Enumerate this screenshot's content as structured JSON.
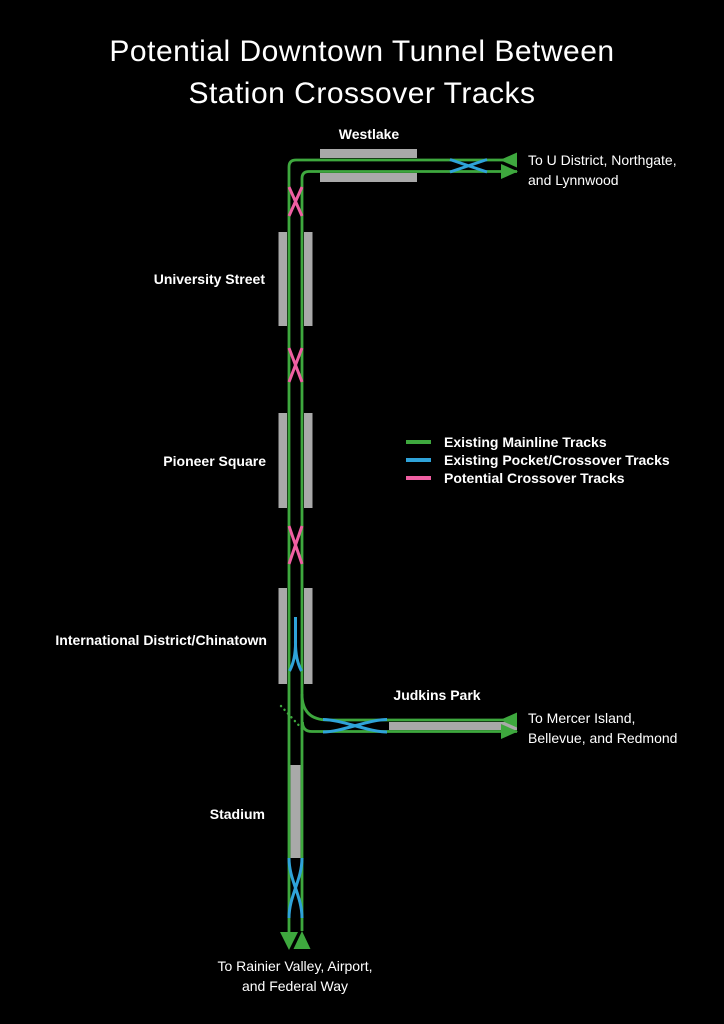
{
  "title": {
    "line1": "Potential Downtown Tunnel Between",
    "line2": "Station Crossover Tracks"
  },
  "colors": {
    "background": "#000000",
    "text_white": "#ffffff",
    "mainline_green": "#3ea83e",
    "pocket_blue": "#2fa3d9",
    "potential_pink": "#ef5fa2",
    "platform_gray": "#a9a9a9"
  },
  "legend": {
    "items": [
      {
        "label": "Existing Mainline Tracks",
        "color_key": "mainline_green"
      },
      {
        "label": "Existing Pocket/Crossover Tracks",
        "color_key": "pocket_blue"
      },
      {
        "label": "Potential Crossover Tracks",
        "color_key": "potential_pink"
      }
    ]
  },
  "stations": {
    "westlake": "Westlake",
    "university_street": "University Street",
    "pioneer_square": "Pioneer Square",
    "international_district": "International District/Chinatown",
    "judkins_park": "Judkins Park",
    "stadium": "Stadium"
  },
  "destinations": {
    "north": {
      "line1": "To U District, Northgate,",
      "line2": "and Lynnwood"
    },
    "east": {
      "line1": "To Mercer Island,",
      "line2": "Bellevue, and Redmond"
    },
    "south": {
      "line1": "To Rainier Valley, Airport,",
      "line2": "and Federal Way"
    }
  }
}
